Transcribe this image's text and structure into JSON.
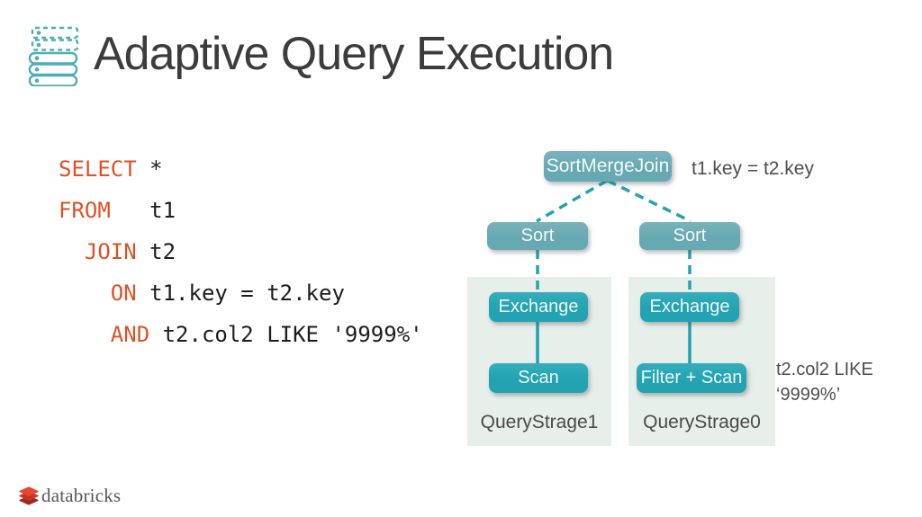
{
  "colors": {
    "accent-teal-dark": "#23A2B2",
    "accent-teal-muted": "#66A9B3",
    "icon-teal": "#4FADB6",
    "stage-bg": "#E6EFE9",
    "keyword-orange": "#DC5226",
    "code-dark": "#1C1C1C",
    "title-gray": "#3C3C3C",
    "annotation-gray": "#4D4D4D",
    "logo-red": "#E8472E",
    "logo-text-gray": "#54565A"
  },
  "header": {
    "title": "Adaptive Query Execution",
    "icon": "database-stack-icon"
  },
  "sql": {
    "lines": [
      {
        "indent": "",
        "keyword": "SELECT",
        "rest": " *"
      },
      {
        "indent": "",
        "keyword": "FROM",
        "rest": "   t1"
      },
      {
        "indent": "  ",
        "keyword": "JOIN",
        "rest": " t2"
      },
      {
        "indent": "    ",
        "keyword": "ON",
        "rest": " t1.key = t2.key"
      },
      {
        "indent": "    ",
        "keyword": "AND",
        "rest": " t2.col2 LIKE '9999%'"
      }
    ]
  },
  "diagram": {
    "root_node": "SortMergeJoin",
    "root_annotation": "t1.key = t2.key",
    "sort_left": "Sort",
    "sort_right": "Sort",
    "exchange_left": "Exchange",
    "exchange_right": "Exchange",
    "scan_left": "Scan",
    "scan_right": "Filter + Scan",
    "stage_left_label": "QueryStrage1",
    "stage_right_label": "QueryStrage0",
    "filter_annotation_line1": "t2.col2 LIKE",
    "filter_annotation_line2": "‘9999%’"
  },
  "footer": {
    "logo_text": "databricks"
  }
}
